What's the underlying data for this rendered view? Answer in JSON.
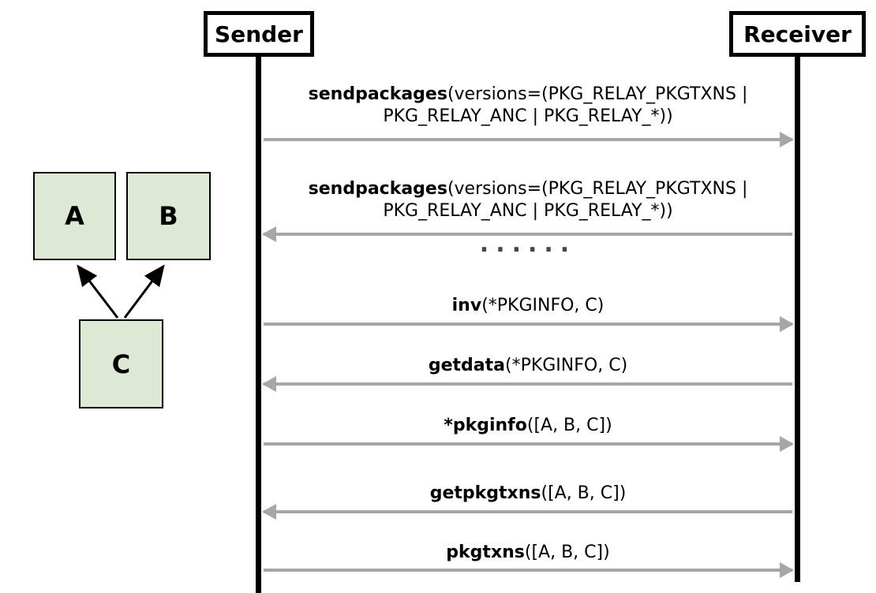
{
  "colors": {
    "node_fill": "#dde9d5",
    "arrow_gray": "#a6a6a6",
    "line_black": "#000000"
  },
  "actors": [
    {
      "label": "Sender"
    },
    {
      "label": "Receiver"
    }
  ],
  "messages": [
    {
      "name": "sendpackages",
      "args1": "(versions=(PKG_RELAY_PKGTXNS |",
      "args2": "PKG_RELAY_ANC | PKG_RELAY_*))",
      "direction": "sender-to-receiver"
    },
    {
      "name": "sendpackages",
      "args1": "(versions=(PKG_RELAY_PKGTXNS |",
      "args2": "PKG_RELAY_ANC | PKG_RELAY_*))",
      "direction": "receiver-to-sender"
    },
    {
      "name": "inv",
      "args": "(*PKGINFO, C)",
      "direction": "sender-to-receiver"
    },
    {
      "name": "getdata",
      "args": "(*PKGINFO, C)",
      "direction": "receiver-to-sender"
    },
    {
      "name": "*pkginfo",
      "args": "([A, B, C])",
      "direction": "sender-to-receiver"
    },
    {
      "name": "getpkgtxns",
      "args": "([A, B, C])",
      "direction": "receiver-to-sender"
    },
    {
      "name": "pkgtxns",
      "args": "([A, B, C])",
      "direction": "sender-to-receiver"
    }
  ],
  "ellipsis": "......",
  "graph": {
    "nodes": [
      {
        "label": "A"
      },
      {
        "label": "B"
      },
      {
        "label": "C"
      }
    ],
    "edges": [
      {
        "from": "C",
        "to": "A"
      },
      {
        "from": "C",
        "to": "B"
      }
    ]
  }
}
